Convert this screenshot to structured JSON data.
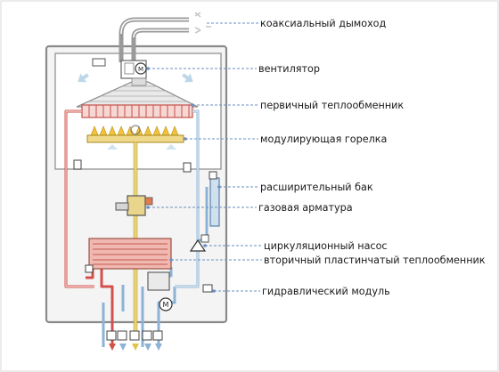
{
  "labels": {
    "chimney": "коаксиальный дымоход",
    "fan": "вентилятор",
    "primary_hx": "первичный теплообменник",
    "burner": "модулирующая горелка",
    "expansion_tank": "расширительный бак",
    "gas_valve": "газовая арматура",
    "pump": "циркуляционный насос",
    "secondary_hx": "вторичный пластинчатый теплообменник",
    "hydraulic": "гидравлический модуль"
  },
  "symbols": {
    "motor": "M"
  },
  "colors": {
    "hot": "#d4504a",
    "cold": "#8cb3d6",
    "gas": "#e8d36a",
    "leader": "#6a8fc0",
    "casing": "#8a8a8a",
    "burner_flame": "#f2c33a"
  }
}
